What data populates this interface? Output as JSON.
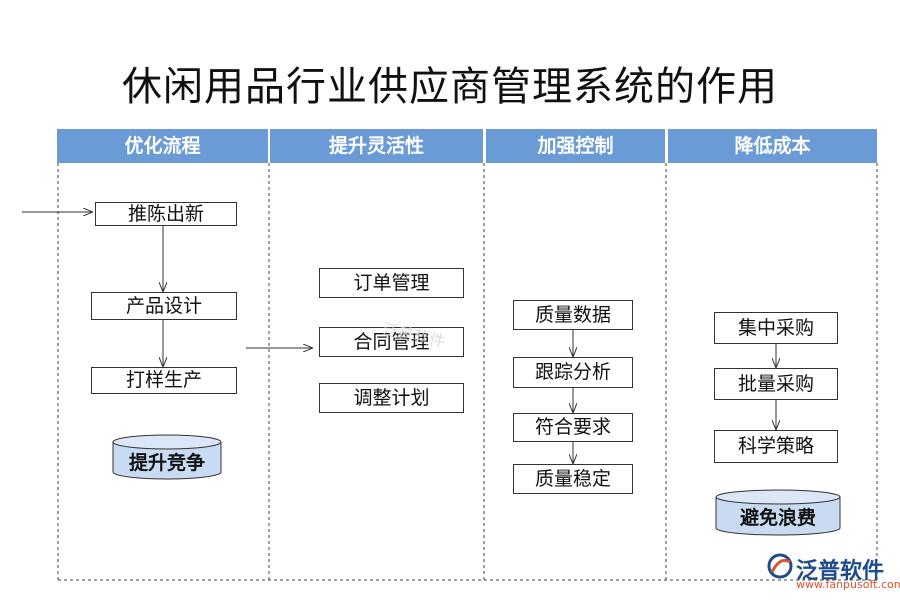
{
  "title": "休闲用品行业供应商管理系统的作用",
  "columns": [
    {
      "header": "优化流程",
      "items": [
        "推陈出新",
        "产品设计",
        "打样生产"
      ],
      "cylinder": "提升竞争"
    },
    {
      "header": "提升灵活性",
      "items": [
        "订单管理",
        "合同管理",
        "调整计划"
      ]
    },
    {
      "header": "加强控制",
      "items": [
        "质量数据",
        "跟踪分析",
        "符合要求",
        "质量稳定"
      ]
    },
    {
      "header": "降低成本",
      "items": [
        "集中采购",
        "批量采购",
        "科学策略"
      ],
      "cylinder": "避免浪费"
    }
  ],
  "watermark": "泛普软件",
  "logo": {
    "name": "泛普软件",
    "url": "www.fanpusoft.com"
  },
  "colors": {
    "header": "#6b9bd6",
    "cylinder": "#c9dbf2"
  }
}
